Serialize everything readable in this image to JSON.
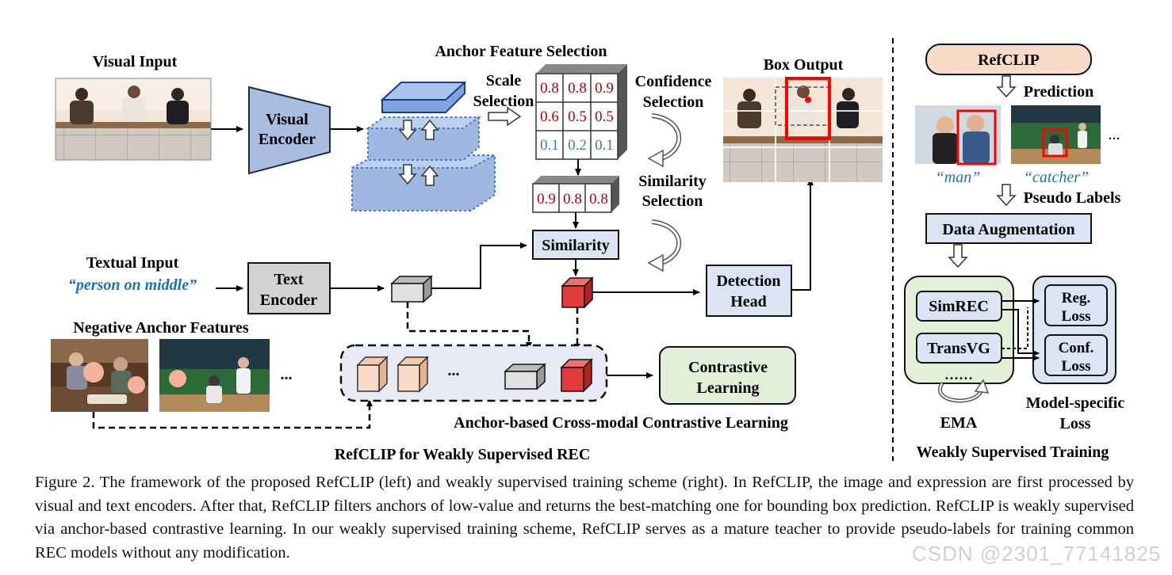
{
  "figure": {
    "left": {
      "visual_input": "Visual Input",
      "visual_encoder": [
        "Visual",
        "Encoder"
      ],
      "anchor_feature_selection": "Anchor Feature Selection",
      "scale_selection": [
        "Scale",
        "Selection"
      ],
      "grid_values": [
        [
          "0.8",
          "0.8",
          "0.9"
        ],
        [
          "0.6",
          "0.5",
          "0.5"
        ],
        [
          "0.1",
          "0.2",
          "0.1"
        ]
      ],
      "confidence_selection": [
        "Confidence",
        "Selection"
      ],
      "similarity_row": [
        "0.9",
        "0.8",
        "0.8"
      ],
      "similarity_selection": [
        "Similarity",
        "Selection"
      ],
      "similarity": "Similarity",
      "box_output": "Box Output",
      "textual_input": "Textual Input",
      "textual_query": "“person on middle”",
      "text_encoder": [
        "Text",
        "Encoder"
      ],
      "detection_head": [
        "Detection",
        "Head"
      ],
      "negative_anchor_features": "Negative Anchor Features",
      "ellipsis": "...",
      "row_ellipsis": "...",
      "contrastive_learning": [
        "Contrastive",
        "Learning"
      ],
      "contrastive_caption": "Anchor-based Cross-modal Contrastive Learning",
      "section_title": "RefCLIP for Weakly Supervised REC"
    },
    "right": {
      "refclip": "RefCLIP",
      "prediction": "Prediction",
      "label_man": "“man”",
      "label_catcher": "“catcher”",
      "ellipsis": "...",
      "pseudo_labels": "Pseudo Labels",
      "data_augmentation": "Data Augmentation",
      "simrec": "SimREC",
      "transvg": "TransVG",
      "dots": "……",
      "reg_loss": [
        "Reg.",
        "Loss"
      ],
      "conf_loss": [
        "Conf.",
        "Loss"
      ],
      "ema": "EMA",
      "model_specific_loss": [
        "Model-specific",
        "Loss"
      ],
      "section_title": "Weakly Supervised Training"
    }
  },
  "caption": "Figure 2.  The framework of the proposed RefCLIP (left) and weakly supervised training scheme (right).  In RefCLIP, the image and expression are first processed by visual and text encoders. After that, RefCLIP filters anchors of low-value and returns the best-matching one for bounding box prediction. RefCLIP is weakly supervised via anchor-based contrastive learning. In our weakly supervised training scheme, RefCLIP serves as a mature teacher to provide pseudo-labels for training common REC models without any modification.",
  "watermark": "CSDN @2301_77141825",
  "colors": {
    "blue_box": "#dbe4f3",
    "peach_box": "#f8dcc8",
    "green_box": "#e2efd9",
    "red_cube": "#e23b3b",
    "accent_blue": "#1f6fc0",
    "value_red": "#c00000",
    "value_blue": "#3a7cc4"
  }
}
